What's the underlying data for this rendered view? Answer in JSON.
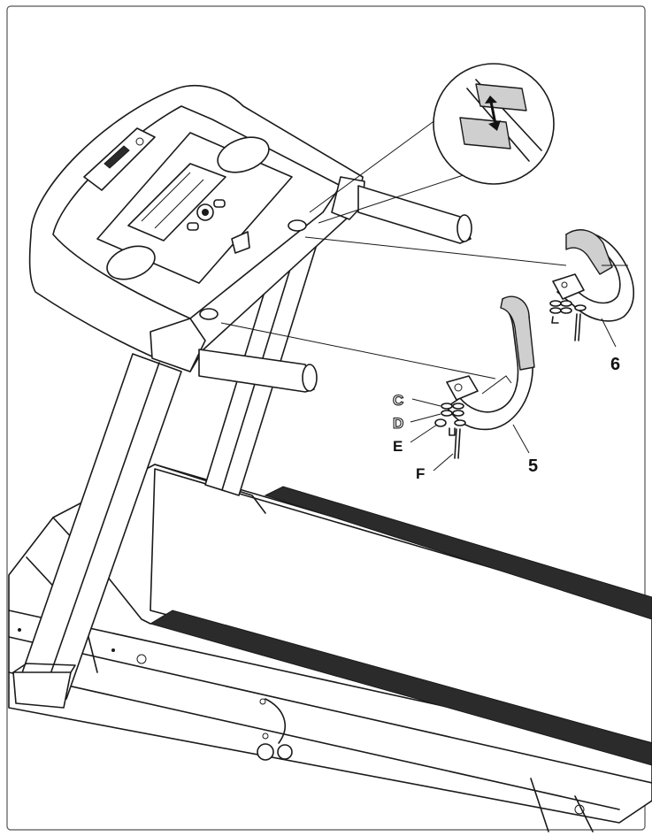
{
  "figure": {
    "labels": {
      "part_6": "6",
      "part_5": "5",
      "hw_c": "C",
      "hw_d": "D",
      "hw_e": "E",
      "hw_f": "F"
    },
    "colors": {
      "line": "#1a1a1a",
      "belt": "#2b2b2b",
      "grip": "#cfcfcf",
      "background": "#ffffff"
    },
    "icons": [
      "up-down-arrows-icon"
    ]
  }
}
